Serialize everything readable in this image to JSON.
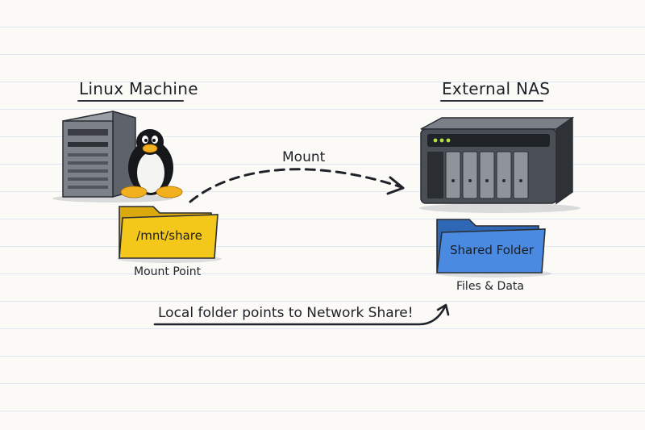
{
  "left_node": {
    "title": "Linux Machine",
    "folder_label": "/mnt/share",
    "caption": "Mount Point"
  },
  "right_node": {
    "title": "External NAS",
    "folder_label": "Shared Folder",
    "caption": "Files & Data"
  },
  "link": {
    "label": "Mount"
  },
  "footer": {
    "text": "Local folder points to Network Share!"
  },
  "colors": {
    "yellow_folder": "#f2c518",
    "blue_folder": "#3f7fd4",
    "ink": "#1f2329",
    "nas_led": "#b6e04a"
  },
  "icons": [
    "server-tower-icon",
    "linux-penguin-icon",
    "folder-icon",
    "nas-device-icon",
    "dashed-arrow-icon",
    "curved-arrow-icon"
  ]
}
